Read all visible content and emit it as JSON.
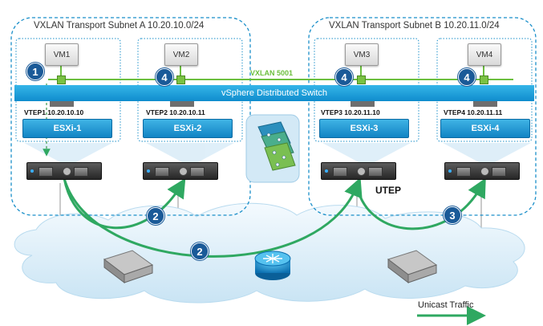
{
  "subnets": {
    "a_title": "VXLAN Transport Subnet A 10.20.10.0/24",
    "b_title": "VXLAN Transport Subnet B 10.20.11.0/24"
  },
  "vxlan_label": "VXLAN 5001",
  "vds_label": "vSphere Distributed Switch",
  "vms": [
    "VM1",
    "VM2",
    "VM3",
    "VM4"
  ],
  "hosts": [
    {
      "vtep": "VTEP1 10.20.10.10",
      "esxi": "ESXi-1"
    },
    {
      "vtep": "VTEP2 10.20.10.11",
      "esxi": "ESXi-2"
    },
    {
      "vtep": "VTEP3 10.20.11.10",
      "esxi": "ESXi-3"
    },
    {
      "vtep": "VTEP4 10.20.11.11",
      "esxi": "ESXi-4"
    }
  ],
  "steps": [
    "1",
    "4",
    "4",
    "4",
    "2",
    "2",
    "3"
  ],
  "utep_label": "UTEP",
  "legend": {
    "label": "Unicast Traffic"
  },
  "colors": {
    "subnet_border": "#1a8fc9",
    "vds": "#1592d0",
    "esxi": "#1a8fd0",
    "vxlan_line": "#6cbf3e",
    "traffic": "#2fa861",
    "badge": "#1a5a98",
    "cloud": "#dff0fa"
  }
}
